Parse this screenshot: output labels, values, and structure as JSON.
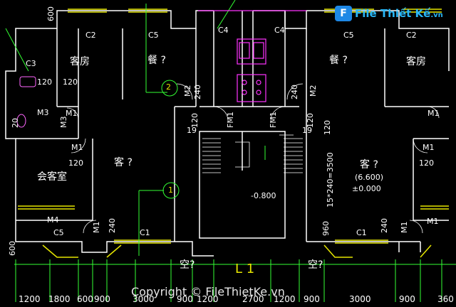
{
  "logo": {
    "name": "File Thiết Kế",
    "tld": ".vn",
    "mark": "F"
  },
  "watermark": "Copyright © FileThietKe.vn",
  "rooms": {
    "guest_left": "客房",
    "guest_right": "客房",
    "dining_left": "餐 ?",
    "dining_right": "餐 ?",
    "living_left": "客 ?",
    "living_right": "客 ?",
    "reception": "会客室",
    "void_left": "空?",
    "void_right": "空?"
  },
  "labels": {
    "c2_left": "C2",
    "c5_left": "C5",
    "c4_left": "C4",
    "c4_right": "C4",
    "c5_right": "C5",
    "c2_right": "C2",
    "c3": "C3",
    "m1_a": "M1",
    "m1_b": "M1",
    "m1_c": "M1",
    "m1_d": "M1",
    "m1_e": "M1",
    "m2_left": "M2",
    "m2_right": "M2",
    "m3_a": "M3",
    "m3_b": "M3",
    "m4": "M4",
    "c5_bottom": "C5",
    "c1_left": "C1",
    "c1_right": "C1",
    "fm1_left": "FM1",
    "fm1_right": "FM1",
    "axis_2": "2",
    "axis_1": "1",
    "elev_neg": "-0.800",
    "elev_a": "(6.600)",
    "elev_b": "±0.000",
    "stair_dim": "15*240=3500",
    "v120_a": "120",
    "v120_b": "120",
    "v120_c": "120",
    "v120_d": "120",
    "v120_e": "120",
    "v120_f": "120",
    "v120_g": "120",
    "v240_a": "240",
    "v240_b": "240",
    "v240_c": "240",
    "v240_d": "240",
    "v600": "600",
    "v600_b": "600",
    "v960": "960",
    "v20": "20",
    "step_left": "19",
    "step_right": "19",
    "l_mark": "L 1"
  },
  "dimensions": [
    "1200",
    "1800",
    "600",
    "900",
    "3000",
    "900",
    "1200",
    "2700",
    "1200",
    "900",
    "3000",
    "900",
    "360"
  ]
}
